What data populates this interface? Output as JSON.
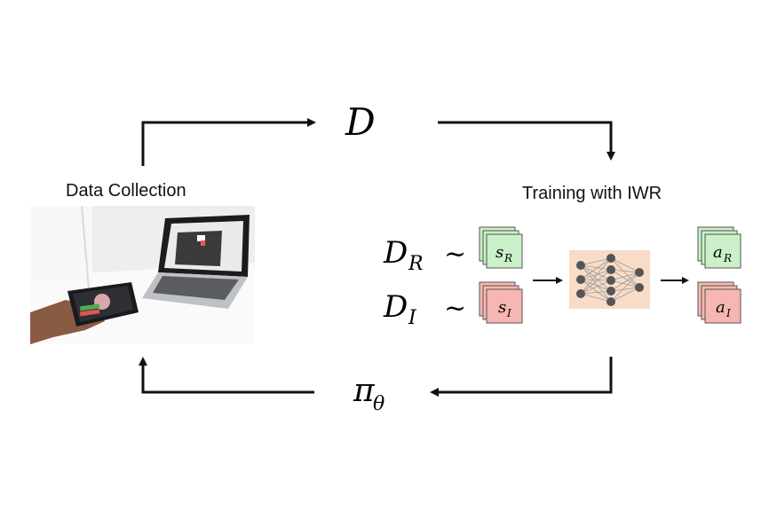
{
  "labels": {
    "data_collection": "Data Collection",
    "training": "Training with IWR"
  },
  "symbols": {
    "dataset": "D",
    "policy": "π",
    "policy_sub": "θ",
    "dataset_r": "D",
    "dataset_r_sub": "R",
    "dataset_i": "D",
    "dataset_i_sub": "I",
    "tilde": "~",
    "state_r": "s",
    "state_r_sub": "R",
    "state_i": "s",
    "state_i_sub": "I",
    "action_r": "a",
    "action_r_sub": "R",
    "action_i": "a",
    "action_i_sub": "I"
  },
  "colors": {
    "green_card": "#c9f0c8",
    "red_card": "#f6b6b2",
    "network_bg": "#f8dcc8",
    "node": "#555555",
    "arrow": "#111111"
  }
}
